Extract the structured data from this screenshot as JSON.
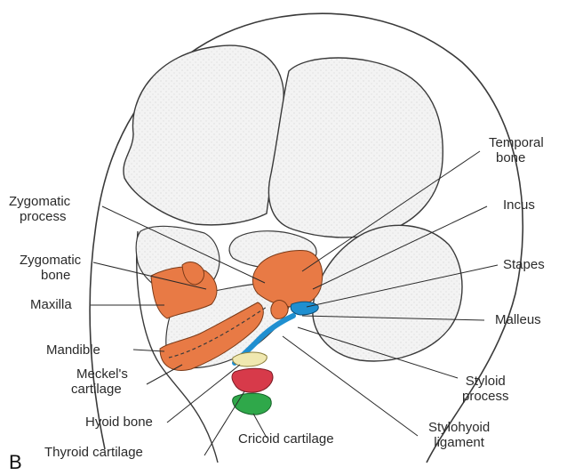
{
  "panel_letter": "B",
  "labels": {
    "temporal": [
      "Temporal",
      "bone"
    ],
    "incus": "Incus",
    "stapes": "Stapes",
    "malleus": "Malleus",
    "styloid": [
      "Styloid",
      "process"
    ],
    "stylohyoid": [
      "Stylohyoid",
      "ligament"
    ],
    "zygomatic_process": [
      "Zygomatic",
      "process"
    ],
    "zygomatic_bone": [
      "Zygomatic",
      "bone"
    ],
    "maxilla": "Maxilla",
    "mandible": "Mandible",
    "meckel": [
      "Meckel's",
      "cartilage"
    ],
    "hyoid": "Hyoid bone",
    "thyroid": "Thyroid cartilage",
    "cricoid": "Cricoid cartilage"
  },
  "colors": {
    "first_arch": "#e87a45",
    "second_arch": "#1f8fd0",
    "hyoid": "#f0e8b0",
    "thyroid": "#d73a4a",
    "cricoid": "#2fa84a",
    "bone": "#f2f2f2",
    "outline": "#3a3a3a"
  }
}
